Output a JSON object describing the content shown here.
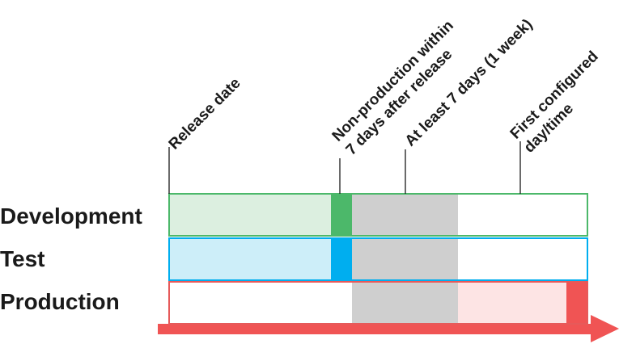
{
  "environments": [
    {
      "label": "Development",
      "border_color": "#4cb86a",
      "fill_color": "#dcefe0",
      "marker_color": "#4cb86a"
    },
    {
      "label": "Test",
      "border_color": "#00aeef",
      "fill_color": "#cdeef9",
      "marker_color": "#00aeef"
    },
    {
      "label": "Production",
      "border_color": "#e65a5a",
      "fill_color": "#ffffff",
      "pending_fill_color": "#fde4e4",
      "marker_color": "#f05454"
    }
  ],
  "wait_period_color": "#cfcfcf",
  "arrow_color": "#f05454",
  "markers": [
    {
      "lines": [
        "Release date"
      ]
    },
    {
      "lines": [
        "Non-production within",
        "7 days after release"
      ]
    },
    {
      "lines": [
        "At least 7 days (1 week)"
      ]
    },
    {
      "lines": [
        "First configured",
        "day/time"
      ]
    }
  ]
}
